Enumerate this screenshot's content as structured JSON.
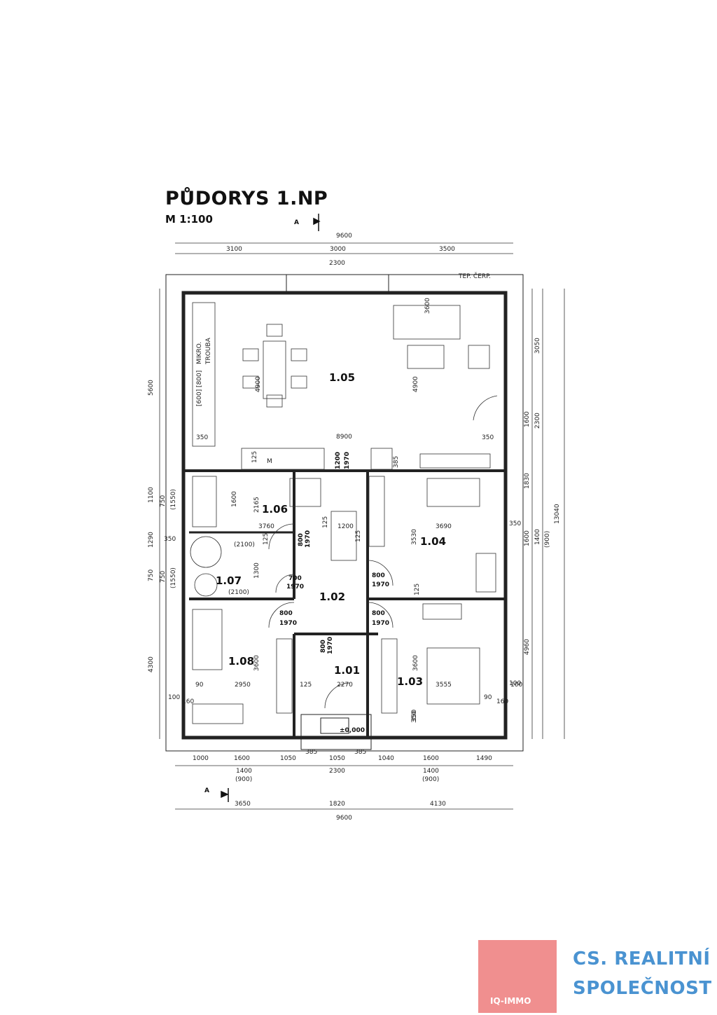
{
  "title": "PŮDORYS 1.NP",
  "scale": "M 1:100",
  "section_marker": "A",
  "rooms": [
    {
      "id": "1.05"
    },
    {
      "id": "1.06"
    },
    {
      "id": "1.04"
    },
    {
      "id": "1.07"
    },
    {
      "id": "1.02"
    },
    {
      "id": "1.08"
    },
    {
      "id": "1.01"
    },
    {
      "id": "1.03"
    }
  ],
  "dims_top": {
    "total": "9600",
    "segments": [
      "3100",
      "3000",
      "3500"
    ],
    "window": "2300",
    "label_heat_pump": "TEP. ČERP."
  },
  "dims_bottom": {
    "row1": [
      "1000",
      "1600",
      "1050",
      "385",
      "1050",
      "385",
      "1040",
      "1600",
      "1490"
    ],
    "row2a": [
      "1400",
      "(900)",
      "2300",
      "1400",
      "(900)"
    ],
    "row3": [
      "3650",
      "1820",
      "4130"
    ],
    "total": "9600"
  },
  "dims_left": [
    "5600",
    "1100",
    "(1550)",
    "750",
    "1290",
    "350",
    "750",
    "(1550)",
    "750",
    "4300"
  ],
  "dims_right": [
    "3050",
    "1600",
    "2300",
    "1830",
    "350",
    "1600",
    "1400",
    "(900)",
    "13040",
    "4960",
    "100"
  ],
  "interior_dims": [
    "4900",
    "4900",
    "8900",
    "350",
    "350",
    "125",
    "1200",
    "1970",
    "385",
    "1600",
    "2165",
    "3760",
    "3530",
    "3690",
    "125",
    "1200",
    "125",
    "(2100)",
    "125",
    "1300",
    "(2100)",
    "125",
    "3600",
    "3600",
    "125",
    "2270",
    "90",
    "2950",
    "100",
    "160",
    "3555",
    "90",
    "160",
    "100",
    "350",
    "3600",
    "350"
  ],
  "doors": [
    {
      "w": "800",
      "h": "1970"
    },
    {
      "w": "700",
      "h": "1970"
    },
    {
      "w": "800",
      "h": "1970"
    },
    {
      "w": "800",
      "h": "1970"
    },
    {
      "w": "800",
      "h": "1970"
    },
    {
      "w": "800",
      "h": "1970"
    },
    {
      "w": "1200",
      "h": "1970"
    }
  ],
  "appliances": {
    "micro": "MIKRO.",
    "oven": "TROUBA",
    "cab": "[600] [800]",
    "m": "M"
  },
  "level": "±0,000",
  "logo": {
    "name": "IQ-IMMO",
    "brand_line1": "CS. REALITNÍ",
    "brand_line2": "SPOLEČNOST"
  }
}
